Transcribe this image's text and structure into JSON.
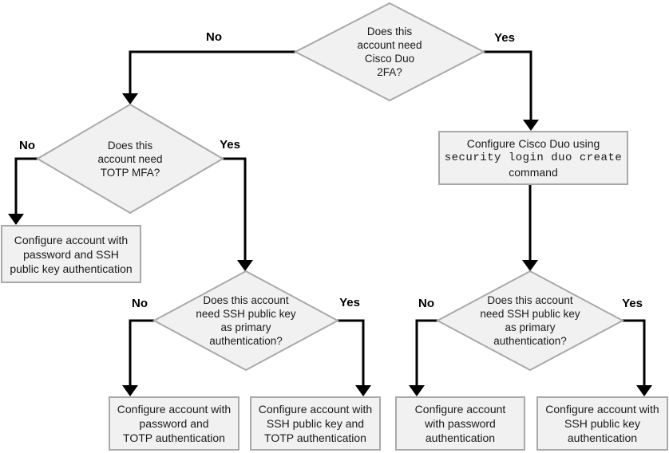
{
  "colors": {
    "background": "#ffffff",
    "node_fill": "#f1f1f1",
    "node_border": "#a9a9a9",
    "connector": "#000000",
    "text": "#1a1a1a"
  },
  "decisions": {
    "duo_2fa": {
      "question": "Does this\naccount need\nCisco Duo\n2FA?",
      "no_label": "No",
      "yes_label": "Yes"
    },
    "totp_mfa": {
      "question": "Does this\naccount need\nTOTP MFA?",
      "no_label": "No",
      "yes_label": "Yes"
    },
    "ssh_primary_totp": {
      "question": "Does this account\nneed SSH public key\nas primary\nauthentication?",
      "no_label": "No",
      "yes_label": "Yes"
    },
    "ssh_primary_duo": {
      "question": "Does this account\nneed SSH public key\nas primary\nauthentication?",
      "no_label": "No",
      "yes_label": "Yes"
    }
  },
  "processes": {
    "configure_duo": {
      "line_before": "Configure Cisco Duo using",
      "command": "security login duo create",
      "line_after": "command"
    },
    "password_ssh_key": {
      "text": "Configure account with\npassword and SSH\npublic key authentication"
    },
    "password_totp": {
      "text": "Configure account with\npassword and\nTOTP authentication"
    },
    "ssh_key_totp": {
      "text": "Configure account with\nSSH public key and\nTOTP authentication"
    },
    "password_only": {
      "text": "Configure account\nwith password\nauthentication"
    },
    "ssh_key_only": {
      "text": "Configure account with\nSSH public key\nauthentication"
    }
  }
}
